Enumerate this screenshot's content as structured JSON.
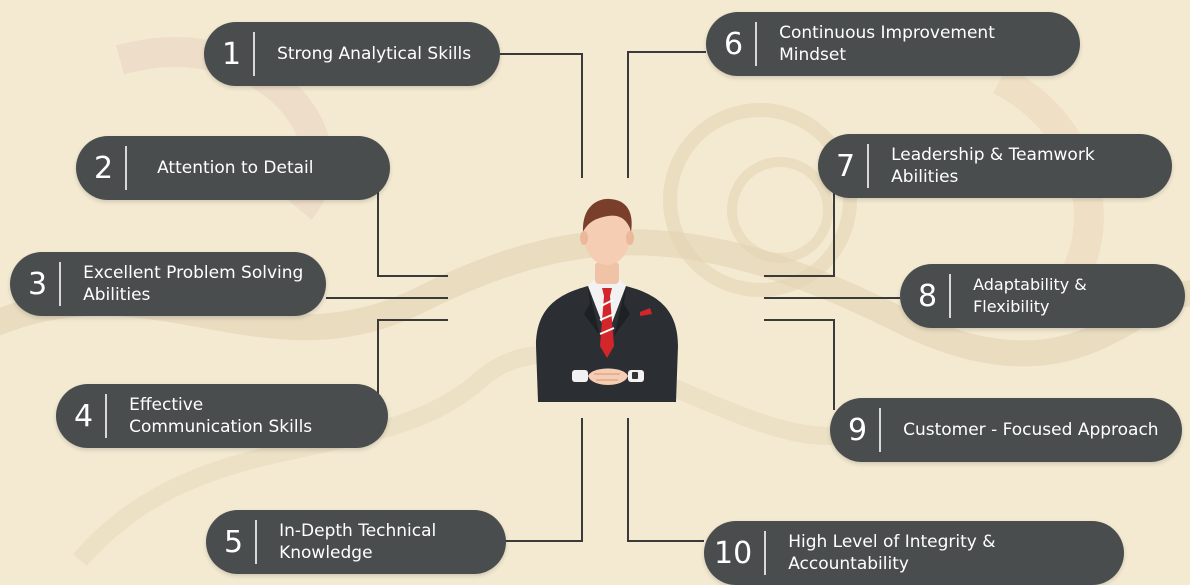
{
  "items": [
    {
      "number": "1",
      "label": "Strong Analytical Skills"
    },
    {
      "number": "2",
      "label": "Attention to Detail"
    },
    {
      "number": "3",
      "label": "Excellent Problem Solving Abilities"
    },
    {
      "number": "4",
      "label": "Effective Communication Skills"
    },
    {
      "number": "5",
      "label": "In-Depth Technical Knowledge"
    },
    {
      "number": "6",
      "label": "Continuous Improvement Mindset"
    },
    {
      "number": "7",
      "label": "Leadership & Teamwork Abilities"
    },
    {
      "number": "8",
      "label": "Adaptability & Flexibility"
    },
    {
      "number": "9",
      "label": "Customer - Focused Approach"
    },
    {
      "number": "10",
      "label": "High Level of Integrity & Accountability"
    }
  ],
  "colors": {
    "background": "#f4ead2",
    "pill": "#4a4d4d",
    "line": "#3a3a3a",
    "suit": "#2b2f33",
    "tie": "#d3262b"
  }
}
